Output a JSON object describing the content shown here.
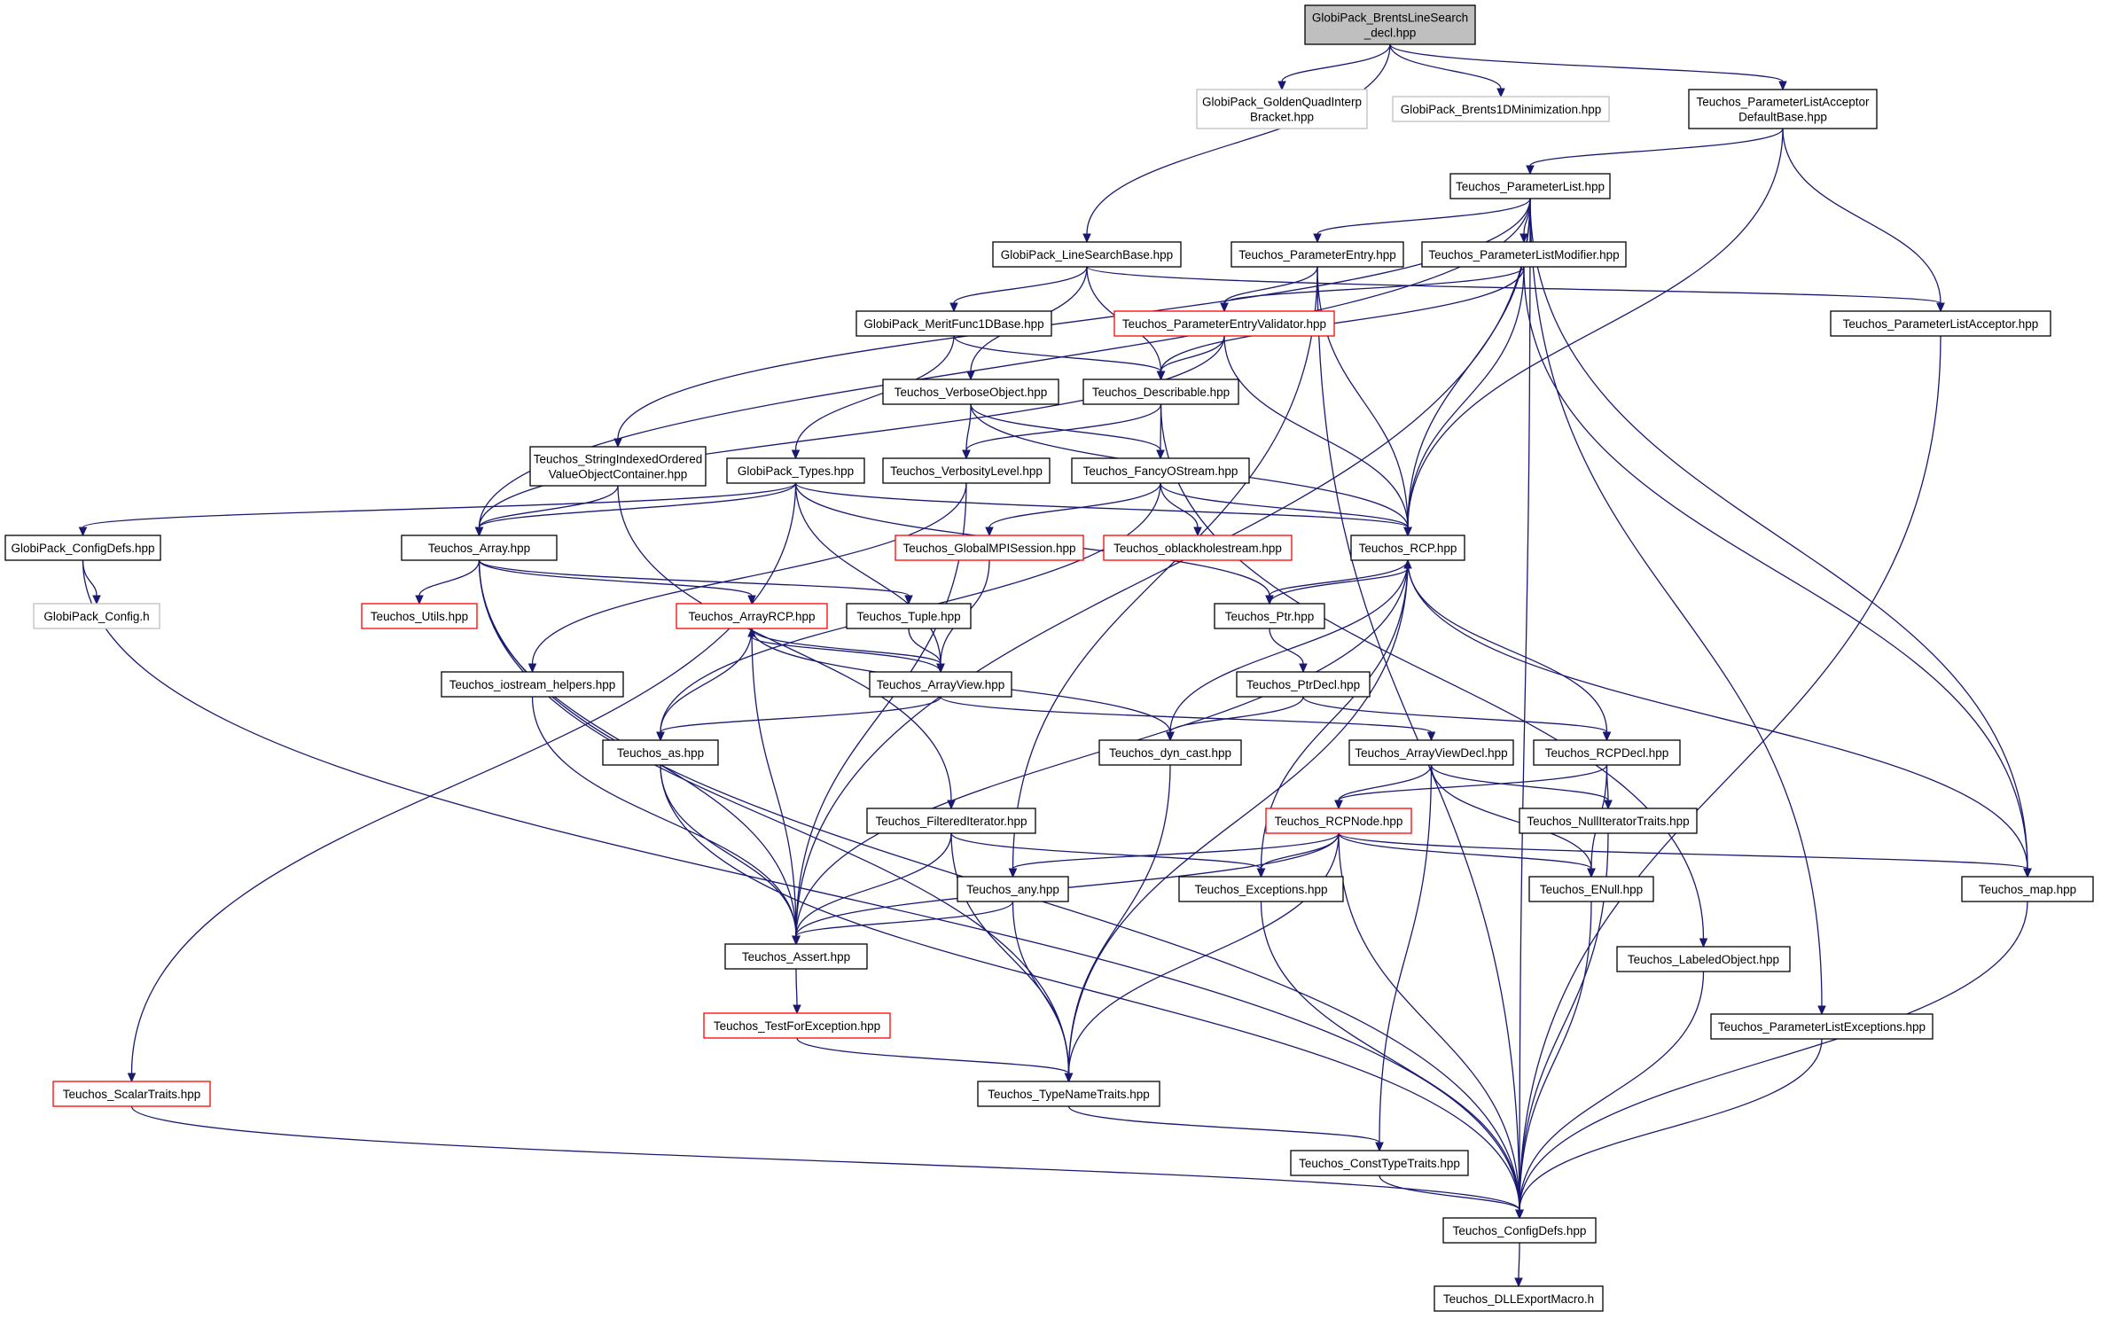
{
  "colors": {
    "edge": "#191970",
    "root_fill": "#bfbfbf",
    "black_border": "#000000",
    "red_border": "#ff0000",
    "gray_border": "#bfbfbf",
    "gray_text": "#404040",
    "node_fill": "#ffffff"
  },
  "graph": {
    "nodes": [
      {
        "id": "root",
        "lines": [
          "GlobiPack_BrentsLineSearch",
          "_decl.hpp"
        ],
        "style": "root"
      },
      {
        "id": "gqib",
        "lines": [
          "GlobiPack_GoldenQuadInterp",
          "Bracket.hpp"
        ],
        "style": "gray"
      },
      {
        "id": "b1dm",
        "lines": [
          "GlobiPack_Brents1DMinimization.hpp"
        ],
        "style": "gray"
      },
      {
        "id": "plad",
        "lines": [
          "Teuchos_ParameterListAcceptor",
          "DefaultBase.hpp"
        ],
        "style": "black"
      },
      {
        "id": "pl",
        "lines": [
          "Teuchos_ParameterList.hpp"
        ],
        "style": "black"
      },
      {
        "id": "lsb",
        "lines": [
          "GlobiPack_LineSearchBase.hpp"
        ],
        "style": "black"
      },
      {
        "id": "pe",
        "lines": [
          "Teuchos_ParameterEntry.hpp"
        ],
        "style": "black"
      },
      {
        "id": "plm",
        "lines": [
          "Teuchos_ParameterListModifier.hpp"
        ],
        "style": "black"
      },
      {
        "id": "pla",
        "lines": [
          "Teuchos_ParameterListAcceptor.hpp"
        ],
        "style": "black"
      },
      {
        "id": "mf1d",
        "lines": [
          "GlobiPack_MeritFunc1DBase.hpp"
        ],
        "style": "black"
      },
      {
        "id": "pev",
        "lines": [
          "Teuchos_ParameterEntryValidator.hpp"
        ],
        "style": "red"
      },
      {
        "id": "vo",
        "lines": [
          "Teuchos_VerboseObject.hpp"
        ],
        "style": "black"
      },
      {
        "id": "desc",
        "lines": [
          "Teuchos_Describable.hpp"
        ],
        "style": "black"
      },
      {
        "id": "sio",
        "lines": [
          "Teuchos_StringIndexedOrdered",
          "ValueObjectContainer.hpp"
        ],
        "style": "black"
      },
      {
        "id": "gtypes",
        "lines": [
          "GlobiPack_Types.hpp"
        ],
        "style": "black"
      },
      {
        "id": "vl",
        "lines": [
          "Teuchos_VerbosityLevel.hpp"
        ],
        "style": "black"
      },
      {
        "id": "fos",
        "lines": [
          "Teuchos_FancyOStream.hpp"
        ],
        "style": "black"
      },
      {
        "id": "gcd",
        "lines": [
          "GlobiPack_ConfigDefs.hpp"
        ],
        "style": "black"
      },
      {
        "id": "arr",
        "lines": [
          "Teuchos_Array.hpp"
        ],
        "style": "black"
      },
      {
        "id": "gmpi",
        "lines": [
          "Teuchos_GlobalMPISession.hpp"
        ],
        "style": "red"
      },
      {
        "id": "obh",
        "lines": [
          "Teuchos_oblackholestream.hpp"
        ],
        "style": "red"
      },
      {
        "id": "rcp",
        "lines": [
          "Teuchos_RCP.hpp"
        ],
        "style": "black"
      },
      {
        "id": "gcfg",
        "lines": [
          "GlobiPack_Config.h"
        ],
        "style": "gray"
      },
      {
        "id": "utils",
        "lines": [
          "Teuchos_Utils.hpp"
        ],
        "style": "red"
      },
      {
        "id": "arcp",
        "lines": [
          "Teuchos_ArrayRCP.hpp"
        ],
        "style": "red"
      },
      {
        "id": "tuple",
        "lines": [
          "Teuchos_Tuple.hpp"
        ],
        "style": "black"
      },
      {
        "id": "ptr",
        "lines": [
          "Teuchos_Ptr.hpp"
        ],
        "style": "black"
      },
      {
        "id": "ioh",
        "lines": [
          "Teuchos_iostream_helpers.hpp"
        ],
        "style": "black"
      },
      {
        "id": "av",
        "lines": [
          "Teuchos_ArrayView.hpp"
        ],
        "style": "black"
      },
      {
        "id": "ptrd",
        "lines": [
          "Teuchos_PtrDecl.hpp"
        ],
        "style": "black"
      },
      {
        "id": "as",
        "lines": [
          "Teuchos_as.hpp"
        ],
        "style": "black"
      },
      {
        "id": "dyn",
        "lines": [
          "Teuchos_dyn_cast.hpp"
        ],
        "style": "black"
      },
      {
        "id": "avd",
        "lines": [
          "Teuchos_ArrayViewDecl.hpp"
        ],
        "style": "black"
      },
      {
        "id": "rcpd",
        "lines": [
          "Teuchos_RCPDecl.hpp"
        ],
        "style": "black"
      },
      {
        "id": "fi",
        "lines": [
          "Teuchos_FilteredIterator.hpp"
        ],
        "style": "black"
      },
      {
        "id": "rcpn",
        "lines": [
          "Teuchos_RCPNode.hpp"
        ],
        "style": "red"
      },
      {
        "id": "nit",
        "lines": [
          "Teuchos_NullIteratorTraits.hpp"
        ],
        "style": "black"
      },
      {
        "id": "any",
        "lines": [
          "Teuchos_any.hpp"
        ],
        "style": "black"
      },
      {
        "id": "exc",
        "lines": [
          "Teuchos_Exceptions.hpp"
        ],
        "style": "black"
      },
      {
        "id": "enull",
        "lines": [
          "Teuchos_ENull.hpp"
        ],
        "style": "black"
      },
      {
        "id": "map",
        "lines": [
          "Teuchos_map.hpp"
        ],
        "style": "black"
      },
      {
        "id": "assert",
        "lines": [
          "Teuchos_Assert.hpp"
        ],
        "style": "black"
      },
      {
        "id": "lo",
        "lines": [
          "Teuchos_LabeledObject.hpp"
        ],
        "style": "black"
      },
      {
        "id": "tfe",
        "lines": [
          "Teuchos_TestForException.hpp"
        ],
        "style": "red"
      },
      {
        "id": "ple",
        "lines": [
          "Teuchos_ParameterListExceptions.hpp"
        ],
        "style": "black"
      },
      {
        "id": "st",
        "lines": [
          "Teuchos_ScalarTraits.hpp"
        ],
        "style": "red"
      },
      {
        "id": "tnt",
        "lines": [
          "Teuchos_TypeNameTraits.hpp"
        ],
        "style": "black"
      },
      {
        "id": "ctt",
        "lines": [
          "Teuchos_ConstTypeTraits.hpp"
        ],
        "style": "black"
      },
      {
        "id": "tcd",
        "lines": [
          "Teuchos_ConfigDefs.hpp"
        ],
        "style": "black"
      },
      {
        "id": "dll",
        "lines": [
          "Teuchos_DLLExportMacro.h"
        ],
        "style": "black"
      }
    ],
    "edges": [
      {
        "from": "root",
        "to": "gqib"
      },
      {
        "from": "root",
        "to": "b1dm"
      },
      {
        "from": "root",
        "to": "plad"
      },
      {
        "from": "root",
        "to": "lsb"
      },
      {
        "from": "plad",
        "to": "pl"
      },
      {
        "from": "plad",
        "to": "pla"
      },
      {
        "from": "plad",
        "to": "rcp"
      },
      {
        "from": "pl",
        "to": "pe"
      },
      {
        "from": "pl",
        "to": "plm"
      },
      {
        "from": "pl",
        "to": "sio"
      },
      {
        "from": "pl",
        "to": "arr"
      },
      {
        "from": "pl",
        "to": "assert"
      },
      {
        "from": "pl",
        "to": "rcp"
      },
      {
        "from": "pl",
        "to": "ple"
      },
      {
        "from": "pl",
        "to": "map"
      },
      {
        "from": "pl",
        "to": "tcd"
      },
      {
        "from": "lsb",
        "to": "mf1d"
      },
      {
        "from": "lsb",
        "to": "desc"
      },
      {
        "from": "lsb",
        "to": "vo"
      },
      {
        "from": "lsb",
        "to": "pla"
      },
      {
        "from": "pe",
        "to": "pev"
      },
      {
        "from": "pe",
        "to": "any"
      },
      {
        "from": "pe",
        "to": "rcp"
      },
      {
        "from": "pe",
        "to": "tcd"
      },
      {
        "from": "plm",
        "to": "pev"
      },
      {
        "from": "plm",
        "to": "desc"
      },
      {
        "from": "plm",
        "to": "rcp"
      },
      {
        "from": "plm",
        "to": "map"
      },
      {
        "from": "pla",
        "to": "tcd"
      },
      {
        "from": "mf1d",
        "to": "desc"
      },
      {
        "from": "mf1d",
        "to": "gtypes"
      },
      {
        "from": "pev",
        "to": "desc"
      },
      {
        "from": "pev",
        "to": "rcp"
      },
      {
        "from": "pev",
        "to": "arr"
      },
      {
        "from": "vo",
        "to": "vl"
      },
      {
        "from": "vo",
        "to": "fos"
      },
      {
        "from": "vo",
        "to": "rcp"
      },
      {
        "from": "desc",
        "to": "vl"
      },
      {
        "from": "desc",
        "to": "fos"
      },
      {
        "from": "desc",
        "to": "lo"
      },
      {
        "from": "sio",
        "to": "arr"
      },
      {
        "from": "sio",
        "to": "fi"
      },
      {
        "from": "gtypes",
        "to": "gcd"
      },
      {
        "from": "gtypes",
        "to": "arr"
      },
      {
        "from": "gtypes",
        "to": "rcp"
      },
      {
        "from": "gtypes",
        "to": "ptr"
      },
      {
        "from": "gtypes",
        "to": "av"
      },
      {
        "from": "gtypes",
        "to": "st"
      },
      {
        "from": "vl",
        "to": "ioh"
      },
      {
        "from": "vl",
        "to": "assert"
      },
      {
        "from": "fos",
        "to": "gmpi"
      },
      {
        "from": "fos",
        "to": "obh"
      },
      {
        "from": "fos",
        "to": "rcp"
      },
      {
        "from": "fos",
        "to": "as"
      },
      {
        "from": "gcd",
        "to": "gcfg"
      },
      {
        "from": "gcd",
        "to": "tcd"
      },
      {
        "from": "arr",
        "to": "utils"
      },
      {
        "from": "arr",
        "to": "arcp"
      },
      {
        "from": "arr",
        "to": "tuple"
      },
      {
        "from": "arr",
        "to": "assert"
      },
      {
        "from": "arr",
        "to": "tnt"
      },
      {
        "from": "arr",
        "to": "tcd"
      },
      {
        "from": "gmpi",
        "to": "av"
      },
      {
        "from": "rcp",
        "to": "ptr"
      },
      {
        "from": "rcp",
        "to": "rcpd"
      },
      {
        "from": "rcp",
        "to": "dyn"
      },
      {
        "from": "rcp",
        "to": "exc"
      },
      {
        "from": "rcp",
        "to": "map"
      },
      {
        "from": "rcp",
        "to": "assert"
      },
      {
        "from": "rcp",
        "to": "tnt"
      },
      {
        "from": "arcp",
        "to": "av"
      },
      {
        "from": "arcp",
        "to": "as"
      },
      {
        "from": "arcp",
        "to": "assert"
      },
      {
        "from": "arcp",
        "to": "dyn"
      },
      {
        "from": "tuple",
        "to": "av"
      },
      {
        "from": "ptr",
        "to": "rcp"
      },
      {
        "from": "ptr",
        "to": "ptrd"
      },
      {
        "from": "ioh",
        "to": "assert"
      },
      {
        "from": "av",
        "to": "arcp"
      },
      {
        "from": "av",
        "to": "avd"
      },
      {
        "from": "av",
        "to": "as"
      },
      {
        "from": "ptrd",
        "to": "rcpd"
      },
      {
        "from": "ptrd",
        "to": "dyn"
      },
      {
        "from": "as",
        "to": "assert"
      },
      {
        "from": "as",
        "to": "tcd"
      },
      {
        "from": "dyn",
        "to": "tnt"
      },
      {
        "from": "avd",
        "to": "rcpn"
      },
      {
        "from": "avd",
        "to": "nit"
      },
      {
        "from": "avd",
        "to": "enull"
      },
      {
        "from": "avd",
        "to": "ctt"
      },
      {
        "from": "rcpd",
        "to": "rcpn"
      },
      {
        "from": "rcpd",
        "to": "nit"
      },
      {
        "from": "rcpd",
        "to": "enull"
      },
      {
        "from": "fi",
        "to": "exc"
      },
      {
        "from": "fi",
        "to": "assert"
      },
      {
        "from": "fi",
        "to": "tnt"
      },
      {
        "from": "rcpn",
        "to": "any"
      },
      {
        "from": "rcpn",
        "to": "exc"
      },
      {
        "from": "rcpn",
        "to": "enull"
      },
      {
        "from": "rcpn",
        "to": "map"
      },
      {
        "from": "rcpn",
        "to": "assert"
      },
      {
        "from": "rcpn",
        "to": "tnt"
      },
      {
        "from": "rcpn",
        "to": "tcd"
      },
      {
        "from": "nit",
        "to": "tcd"
      },
      {
        "from": "any",
        "to": "assert"
      },
      {
        "from": "any",
        "to": "tnt"
      },
      {
        "from": "exc",
        "to": "tcd"
      },
      {
        "from": "enull",
        "to": "tcd"
      },
      {
        "from": "map",
        "to": "tcd"
      },
      {
        "from": "assert",
        "to": "tfe"
      },
      {
        "from": "lo",
        "to": "tcd"
      },
      {
        "from": "tfe",
        "to": "tnt"
      },
      {
        "from": "ple",
        "to": "tcd"
      },
      {
        "from": "st",
        "to": "tcd"
      },
      {
        "from": "tnt",
        "to": "ctt"
      },
      {
        "from": "ctt",
        "to": "tcd"
      },
      {
        "from": "tcd",
        "to": "dll"
      }
    ]
  }
}
